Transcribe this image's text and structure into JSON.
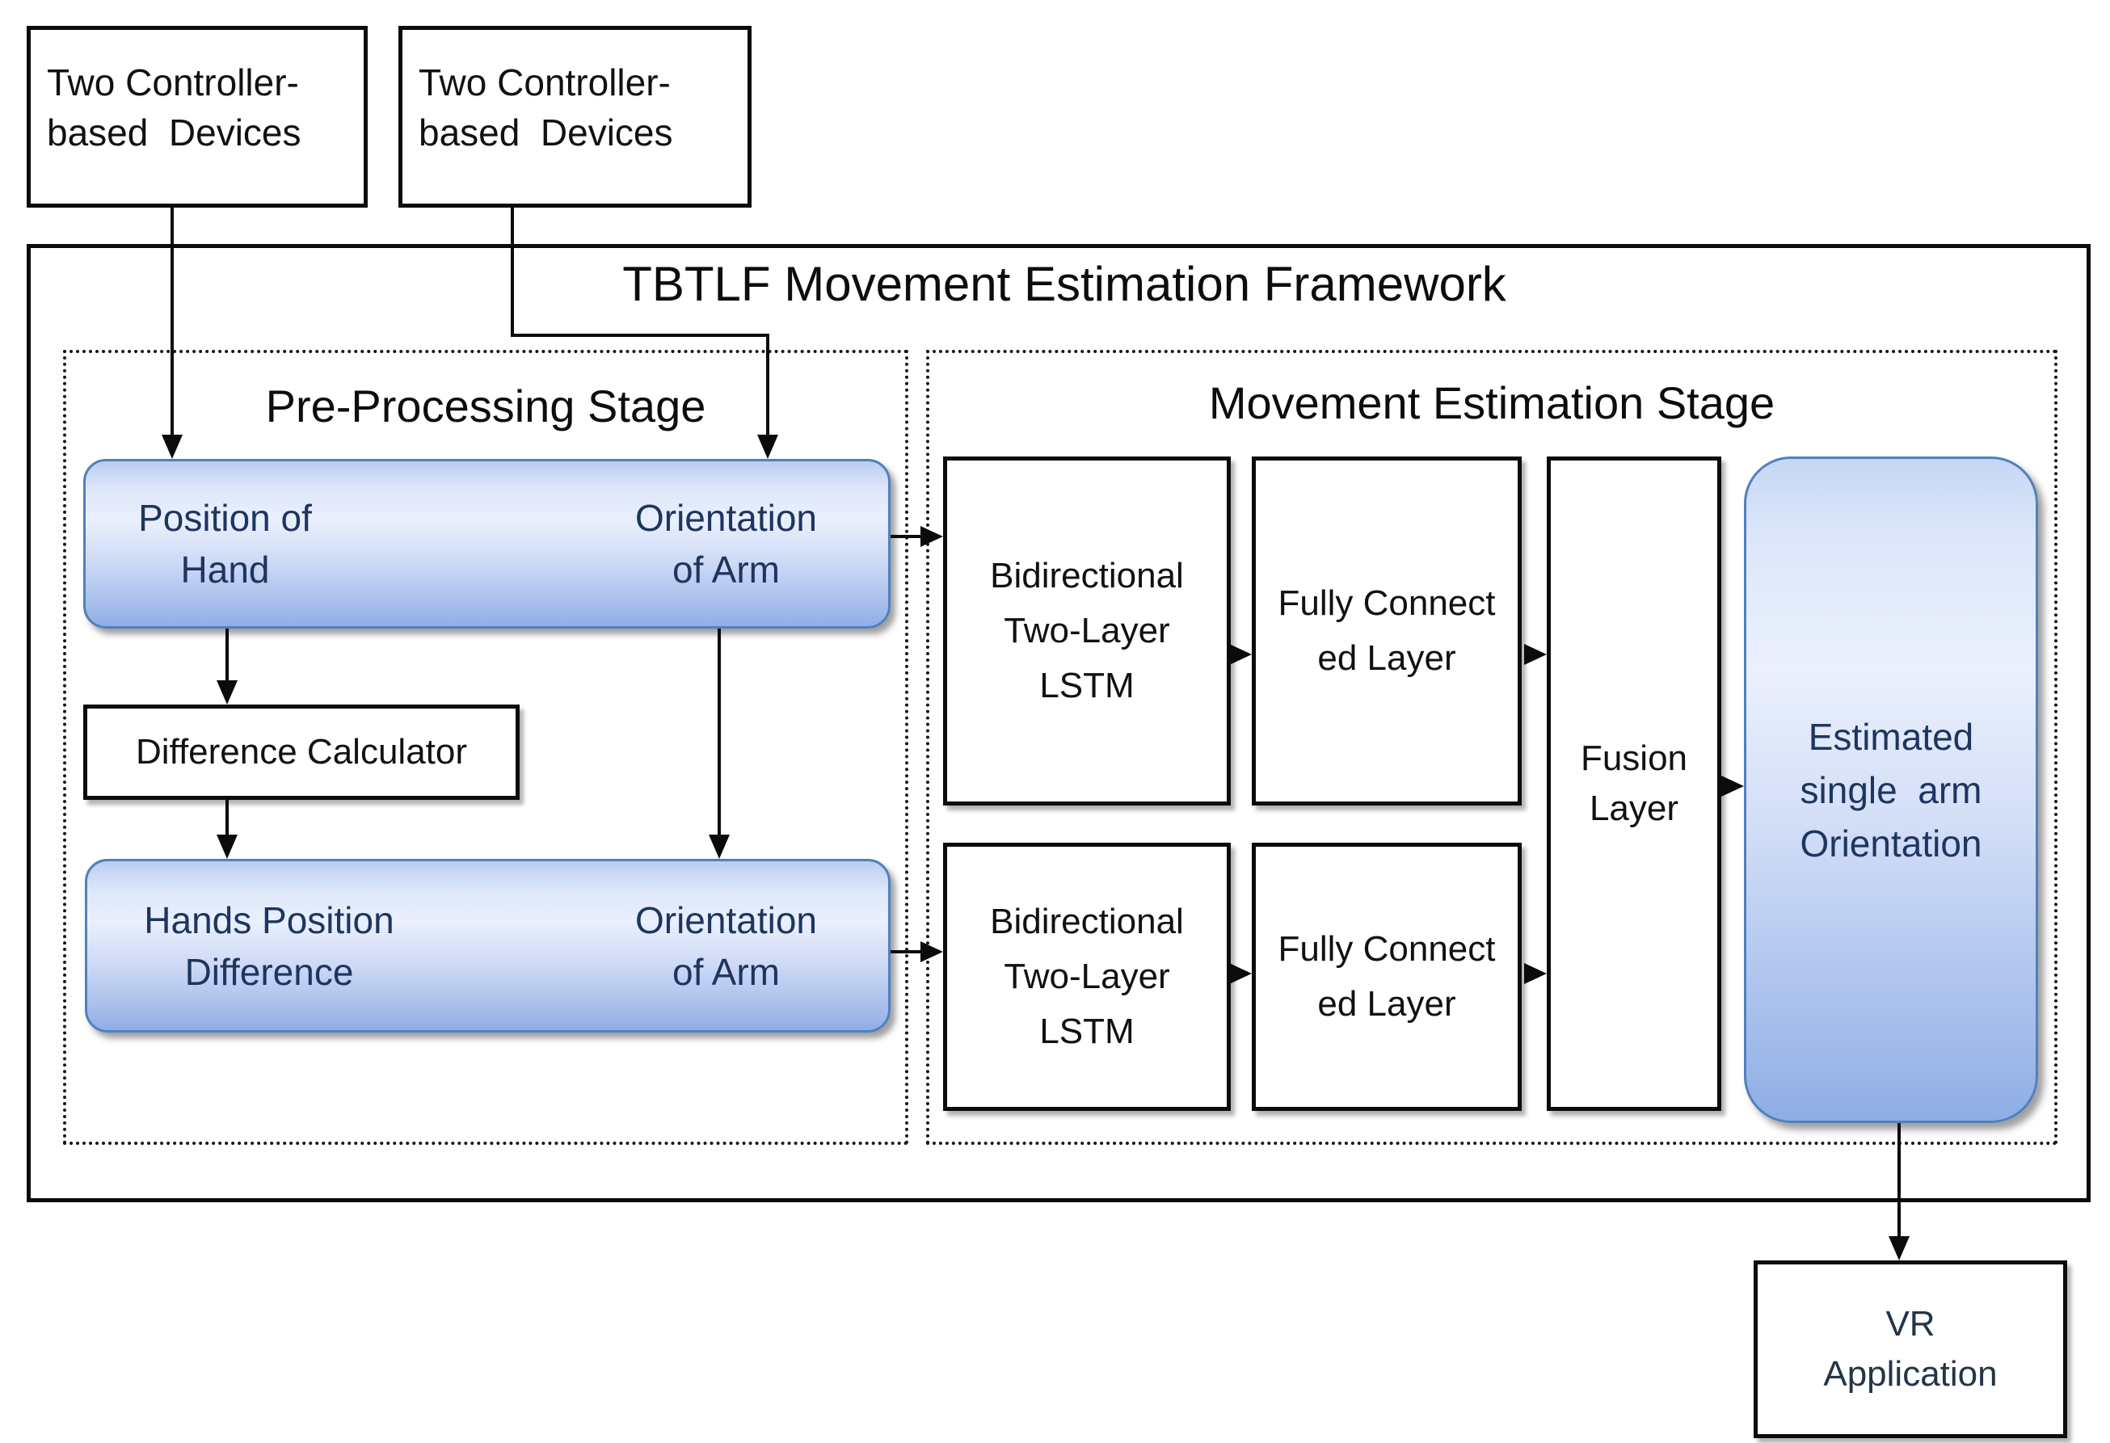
{
  "frame": {
    "title": "TBTLF Movement Estimation Framework"
  },
  "inputs": {
    "device1": {
      "line1": "Two Controller-",
      "line2": "based  Devices"
    },
    "device2": {
      "line1": "Two Controller-",
      "line2": "based  Devices"
    }
  },
  "stages": {
    "pre": {
      "label": "Pre-Processing Stage"
    },
    "movement": {
      "label": "Movement Estimation Stage"
    }
  },
  "pre": {
    "io1": {
      "left": {
        "line1": "Position of",
        "line2": "Hand"
      },
      "right": {
        "line1": "Orientation",
        "line2": "of Arm"
      }
    },
    "diff": {
      "label": "Difference Calculator"
    },
    "io2": {
      "left": {
        "line1": "Hands Position",
        "line2": "Difference"
      },
      "right": {
        "line1": "Orientation",
        "line2": "of Arm"
      }
    }
  },
  "movement": {
    "lstm1": {
      "line1": "Bidirectional",
      "line2": "Two-Layer",
      "line3": "LSTM"
    },
    "fc1": {
      "line1": "Fully Connect",
      "line2": "ed Layer"
    },
    "lstm2": {
      "line1": "Bidirectional",
      "line2": "Two-Layer",
      "line3": "LSTM"
    },
    "fc2": {
      "line1": "Fully Connect",
      "line2": "ed Layer"
    },
    "fusion": {
      "line1": "Fusion",
      "line2": "Layer"
    },
    "output": {
      "line1": "Estimated",
      "line2": "single  arm",
      "line3": "Orientation"
    }
  },
  "vr": {
    "line1": "VR",
    "line2": "Application"
  },
  "colors": {
    "box_border_blue": "#4f81bd",
    "box_text_blue": "#1e3560",
    "line_black": "#0b0b0b",
    "blue_gradient_top": "#dfe8fa",
    "blue_gradient_bottom": "#90aee5"
  }
}
